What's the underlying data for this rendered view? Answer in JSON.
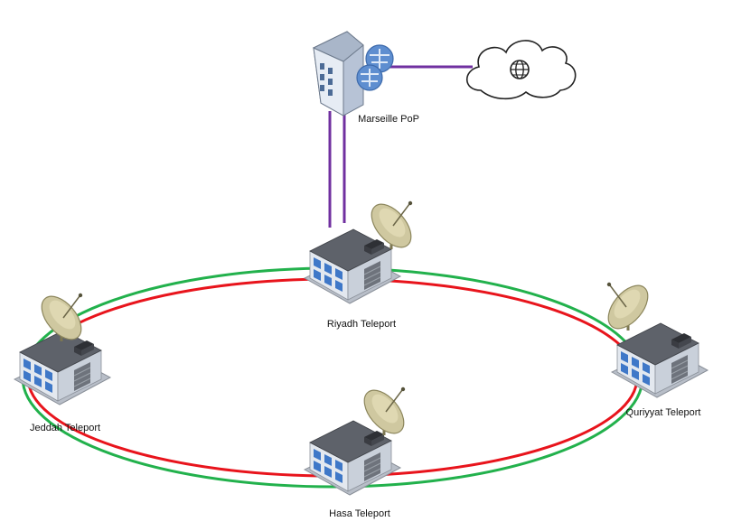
{
  "colors": {
    "link_purple": "#7030A0",
    "ring_green": "#22B14C",
    "ring_red": "#E8141C",
    "building_roof": "#5A5E66",
    "building_wall": "#DCE3EC",
    "building_window": "#3F78C8",
    "dish": "#C9C39A"
  },
  "nodes": {
    "pop": {
      "label": "Marseille PoP",
      "icon": "server-router-icon"
    },
    "internet": {
      "label": "",
      "icon": "cloud-globe-icon"
    },
    "riyadh": {
      "label": "Riyadh Teleport",
      "icon": "teleport-dish-icon"
    },
    "jeddah": {
      "label": "Jeddah Teleport",
      "icon": "teleport-dish-icon"
    },
    "quriyyat": {
      "label": "Quriyyat Teleport",
      "icon": "teleport-dish-icon"
    },
    "hasa": {
      "label": "Hasa Teleport",
      "icon": "teleport-dish-icon"
    }
  },
  "links": [
    {
      "from": "pop",
      "to": "internet",
      "type": "purple"
    },
    {
      "from": "pop",
      "to": "riyadh",
      "type": "purple-double"
    },
    {
      "from": "riyadh",
      "to": "quriyyat",
      "type": "ring-green-red"
    },
    {
      "from": "quriyyat",
      "to": "hasa",
      "type": "ring-green-red"
    },
    {
      "from": "hasa",
      "to": "jeddah",
      "type": "ring-green-red"
    },
    {
      "from": "jeddah",
      "to": "riyadh",
      "type": "ring-green-red"
    }
  ]
}
